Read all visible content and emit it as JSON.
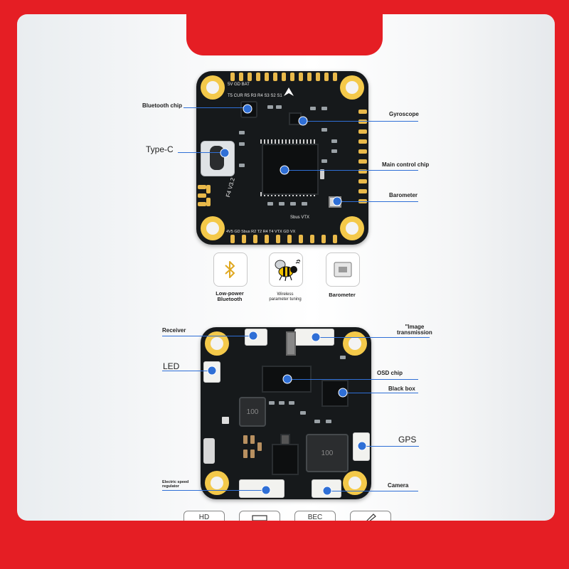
{
  "colors": {
    "frame": "#e51e24",
    "pointer": "#2f6fd6",
    "pcb": "#16191b",
    "gold": "#e9b94a"
  },
  "board_top": {
    "labels": {
      "bluetooth_chip": "Bluetooth chip",
      "type_c": "Type-C",
      "gyroscope": "Gyroscope",
      "main_control_chip": "Main control chip",
      "barometer": "Barometer"
    },
    "silkscreen": {
      "top_row": "5V GD BAT",
      "top_row2": "T5 CUR R5 R3 R4 S3 S2 S1",
      "model": "F4 V3.2",
      "bottom_row": "4V5 GD Sbus R2 T2 R4 T4 VTX GD VX",
      "mid_row": "Sbus VTX"
    }
  },
  "features": [
    {
      "icon": "bluetooth-icon",
      "label": "Low-power\nBluetooth"
    },
    {
      "icon": "bee-icon",
      "label": "Wireless\nparameter tuning"
    },
    {
      "icon": "barometer-sensor-icon",
      "label": "Barometer"
    }
  ],
  "board_bottom": {
    "labels": {
      "receiver": "Receiver",
      "image_transmission": "\"Image\ntransmission",
      "led": "LED",
      "osd_chip": "OSD chip",
      "black_box": "Black box",
      "gps": "GPS",
      "esc": "Electric speed\nregulator",
      "camera": "Camera"
    },
    "inductor_marks": [
      "100",
      "100"
    ]
  },
  "bottom_icons": [
    "HD",
    "",
    "BEC",
    ""
  ]
}
